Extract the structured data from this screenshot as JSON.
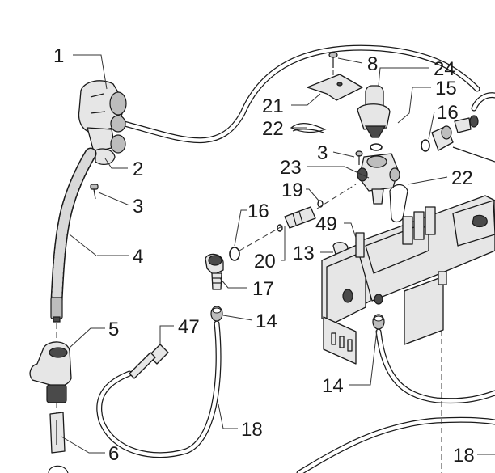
{
  "labels": [
    {
      "id": "1",
      "text": "1"
    },
    {
      "id": "2",
      "text": "2"
    },
    {
      "id": "3a",
      "text": "3"
    },
    {
      "id": "4",
      "text": "4"
    },
    {
      "id": "5",
      "text": "5"
    },
    {
      "id": "6",
      "text": "6"
    },
    {
      "id": "8",
      "text": "8"
    },
    {
      "id": "24",
      "text": "24"
    },
    {
      "id": "15",
      "text": "15"
    },
    {
      "id": "21",
      "text": "21"
    },
    {
      "id": "16a",
      "text": "16"
    },
    {
      "id": "22a",
      "text": "22"
    },
    {
      "id": "3b",
      "text": "3"
    },
    {
      "id": "23",
      "text": "23"
    },
    {
      "id": "22b",
      "text": "22"
    },
    {
      "id": "19",
      "text": "19"
    },
    {
      "id": "16b",
      "text": "16"
    },
    {
      "id": "49",
      "text": "49"
    },
    {
      "id": "13",
      "text": "13"
    },
    {
      "id": "20",
      "text": "20"
    },
    {
      "id": "17",
      "text": "17"
    },
    {
      "id": "14a",
      "text": "14"
    },
    {
      "id": "47",
      "text": "47"
    },
    {
      "id": "14b",
      "text": "14"
    },
    {
      "id": "18a",
      "text": "18"
    },
    {
      "id": "18b",
      "text": "18"
    }
  ]
}
